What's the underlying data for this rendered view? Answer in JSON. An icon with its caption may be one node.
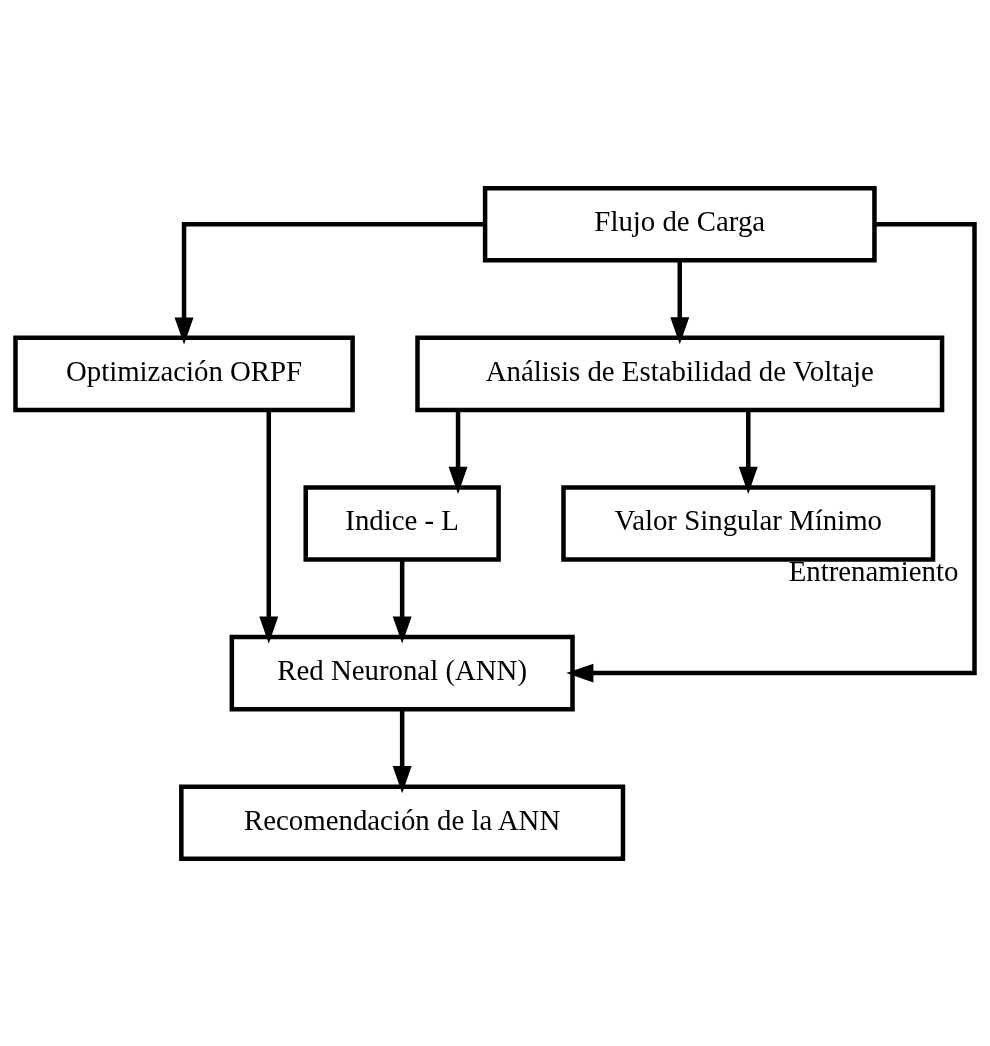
{
  "diagram": {
    "nodes": [
      {
        "text": [
          "Flujo de Carga"
        ]
      },
      {
        "text": [
          "Optimización ORPF"
        ]
      },
      {
        "text": [
          "Análisis de Estabilidad de Voltaje"
        ]
      },
      {
        "text": [
          "Indice - L"
        ]
      },
      {
        "text": [
          "Valor Singular Mínimo"
        ]
      },
      {
        "text": [
          "Red Neuronal (ANN)"
        ]
      },
      {
        "text": [
          "Recomendación de la ANN"
        ]
      }
    ],
    "edges": [
      {
        "from": 0,
        "to": 1,
        "arrow": "to"
      },
      {
        "from": 0,
        "to": 2,
        "arrow": "to"
      },
      {
        "from": 0,
        "to": 5,
        "arrow": "to",
        "label": "Entrenamiento"
      },
      {
        "from": 2,
        "to": 3,
        "arrow": "to"
      },
      {
        "from": 2,
        "to": 4,
        "arrow": "to"
      },
      {
        "from": 1,
        "to": 5,
        "arrow": "to"
      },
      {
        "from": 3,
        "to": 5,
        "arrow": "to"
      },
      {
        "from": 5,
        "to": 6,
        "arrow": "to"
      }
    ]
  }
}
